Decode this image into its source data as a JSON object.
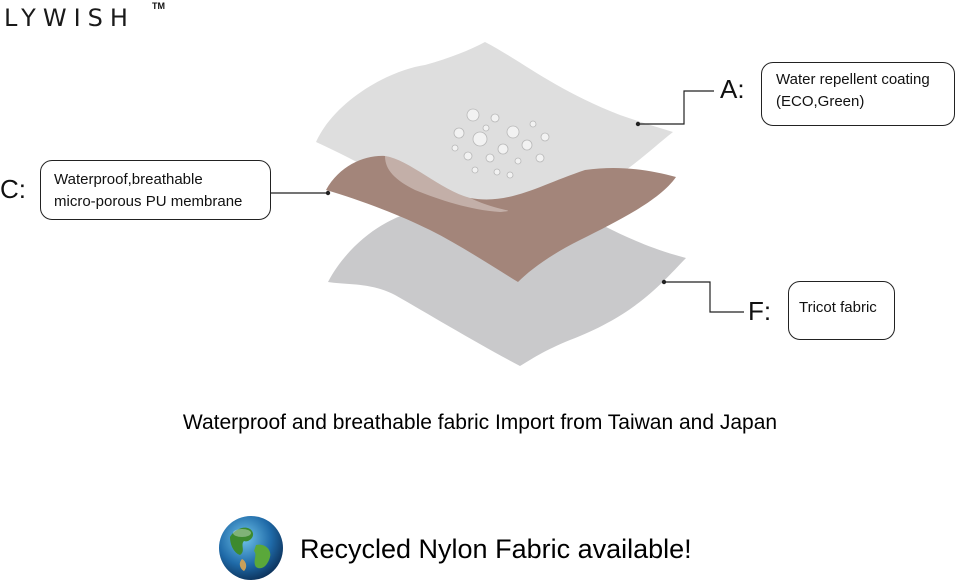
{
  "brand": {
    "name": "LYWISH",
    "trademark": "TM"
  },
  "callouts": {
    "a": {
      "letter": "A:",
      "line1": "Water repellent coating",
      "line2": "(ECO,Green)"
    },
    "c": {
      "letter": "C:",
      "line1": "Waterproof,breathable",
      "line2": "micro-porous PU membrane"
    },
    "f": {
      "letter": "F:",
      "line1": "Tricot fabric"
    }
  },
  "layers": {
    "top_color": "#dcdcdc",
    "middle_color": "#a3857a",
    "bottom_color": "#c9c9cb"
  },
  "headline": "Waterproof and breathable fabric Import from Taiwan and Japan",
  "recycled": {
    "text": "Recycled Nylon Fabric available!",
    "icon": "globe-icon"
  }
}
